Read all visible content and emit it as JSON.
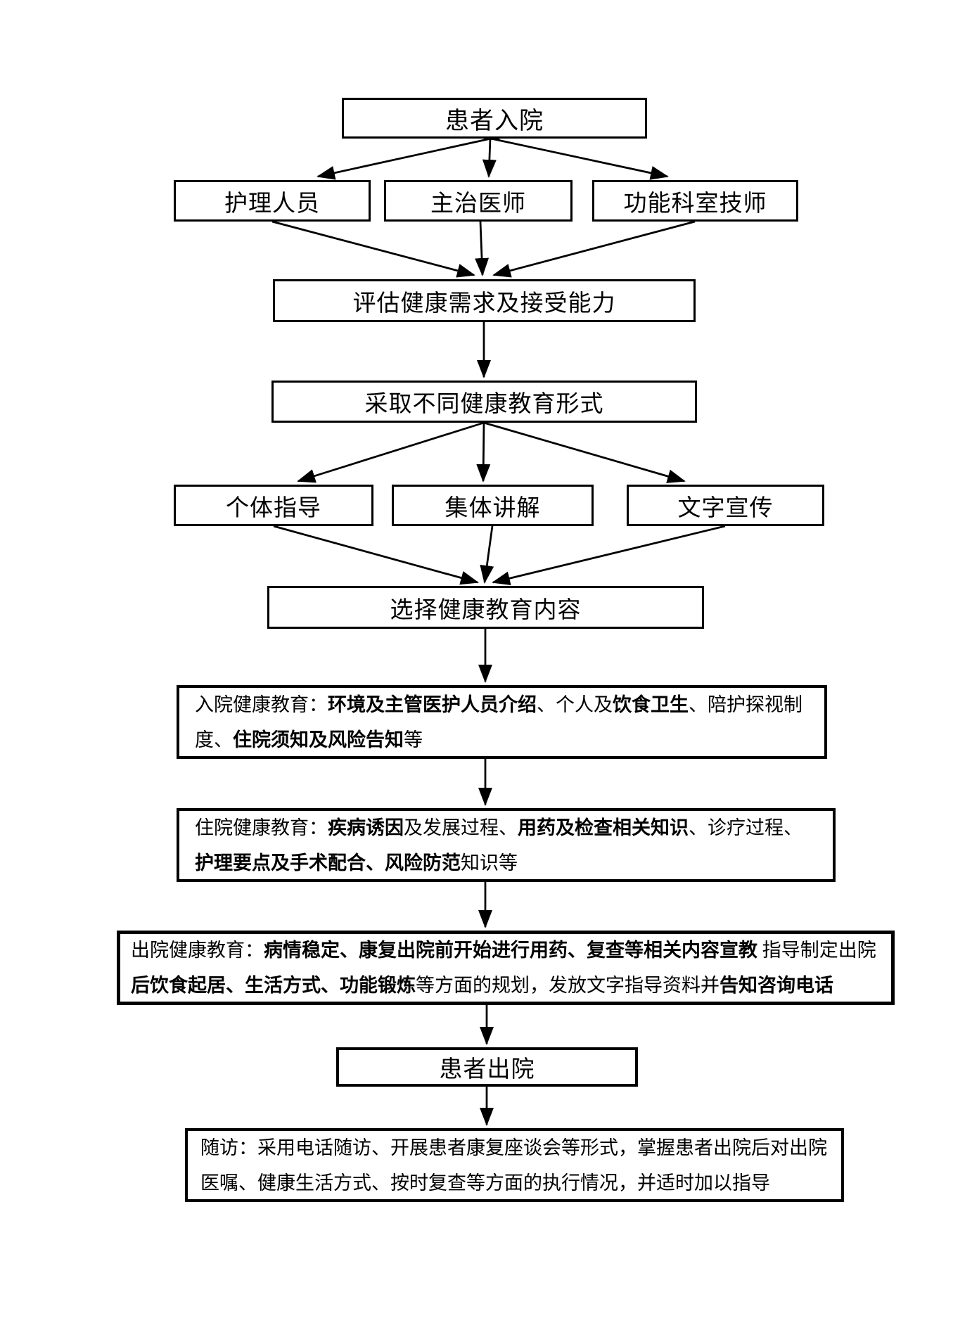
{
  "page": {
    "background": "#ffffff",
    "ink": "#000000"
  },
  "nodes": [
    {
      "id": "patient-admission",
      "label": "患者入院"
    },
    {
      "id": "nursing-staff",
      "label": "护理人员"
    },
    {
      "id": "attending-physician",
      "label": "主治医师"
    },
    {
      "id": "functional-dept-technician",
      "label": "功能科室技师"
    },
    {
      "id": "assess-needs",
      "label": "评估健康需求及接受能力"
    },
    {
      "id": "adopt-education-forms",
      "label": "采取不同健康教育形式"
    },
    {
      "id": "individual-guidance",
      "label": "个体指导"
    },
    {
      "id": "group-explanation",
      "label": "集体讲解"
    },
    {
      "id": "written-publicity",
      "label": "文字宣传"
    },
    {
      "id": "select-education-content",
      "label": "选择健康教育内容"
    },
    {
      "id": "patient-discharge",
      "label": "患者出院"
    }
  ],
  "paragraphs": [
    {
      "id": "admission-health-education",
      "segments": [
        {
          "t": "入院健康教育：",
          "b": false
        },
        {
          "t": "环境及主管医护人员介绍",
          "b": true
        },
        {
          "t": "、个人及",
          "b": false
        },
        {
          "t": "饮食卫生",
          "b": true
        },
        {
          "t": "、陪护探视制度、",
          "b": false
        },
        {
          "t": "住院须知及风险告知",
          "b": true
        },
        {
          "t": "等",
          "b": false
        }
      ]
    },
    {
      "id": "hospital-health-education",
      "segments": [
        {
          "t": "住院健康教育：",
          "b": false
        },
        {
          "t": "疾病诱因",
          "b": true
        },
        {
          "t": "及发展过程、",
          "b": false
        },
        {
          "t": "用药及检查相关知识",
          "b": true
        },
        {
          "t": "、诊疗过程、",
          "b": false
        },
        {
          "t": "护理要点及手术配合、风险防范",
          "b": true
        },
        {
          "t": "知识等",
          "b": false
        }
      ]
    },
    {
      "id": "discharge-health-education",
      "segments": [
        {
          "t": "出院健康教育：",
          "b": false
        },
        {
          "t": "病情稳定、康复出院前开始进行用药、复查等相关内容宣教",
          "b": true
        },
        {
          "t": " 指导制定出院",
          "b": false
        },
        {
          "t": "后饮食起居、生活方式、功能锻炼",
          "b": true
        },
        {
          "t": "等方面的规划，发放文字指导资料并",
          "b": false
        },
        {
          "t": "告知咨询电话",
          "b": true
        }
      ]
    },
    {
      "id": "follow-up",
      "segments": [
        {
          "t": "随访：采用电话随访、开展患者康复座谈会等形式，掌握患者出院后对出院医嘱、健康生活方式、按时复查等方面的执行情况，并适时加以指导",
          "b": false
        }
      ]
    }
  ]
}
